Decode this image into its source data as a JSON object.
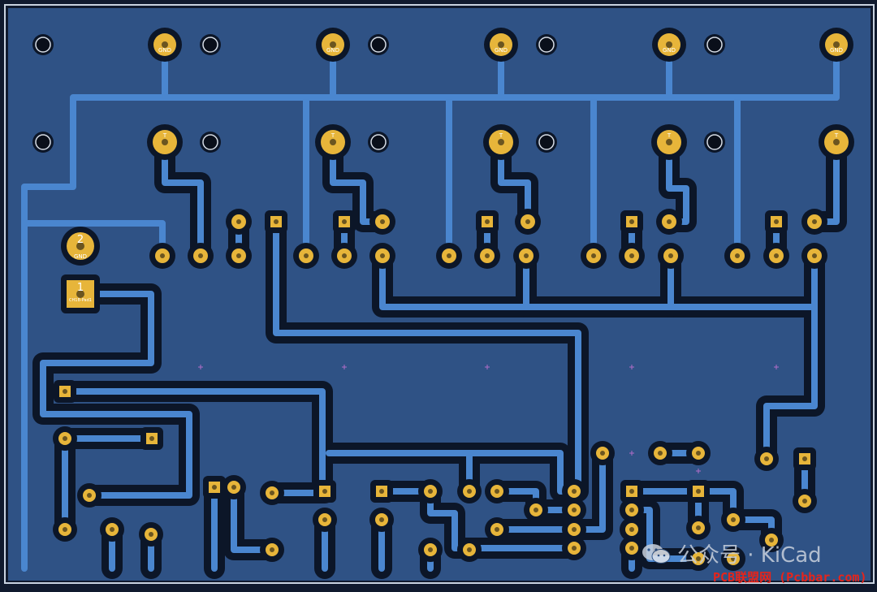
{
  "board": {
    "colors": {
      "background": "#101a2e",
      "copper_pour": "#2f5285",
      "trace": "#4a86cf",
      "clearance": "#0c1628",
      "pad": "#e7b53a",
      "outline": "#c9d3e0"
    },
    "gnd_label": "GND",
    "connector": {
      "pin1": "1",
      "pin2": "2",
      "pin2_label": "GND",
      "pin1_label": "CH1B-Pad1"
    },
    "top_pad_label": "T"
  },
  "watermark": {
    "wechat_text": "公众号 · KiCad",
    "wechat_icon": "wechat-icon",
    "site_text": "PCB联盟网 (Pcbbar.com)"
  }
}
